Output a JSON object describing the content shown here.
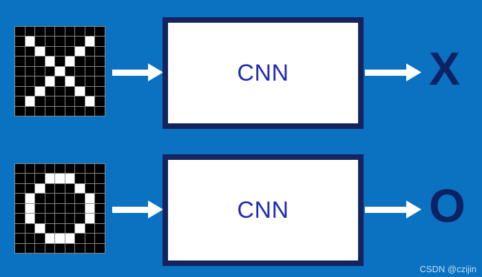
{
  "diagram": {
    "title": "CNN classifies X and O pixel patterns",
    "background_color": "#0a72c0",
    "box_border_color": "#14245e",
    "box_fill_color": "#ffffff",
    "label_color": "#1f2bb0",
    "output_color": "#0d2264",
    "arrow_color": "#ffffff",
    "grid_line_color": "#8a8a8a"
  },
  "rows": [
    {
      "id": "row-x",
      "input_name": "x-pattern-grid",
      "input_alt": "9 by 9 pixel grid showing a letter X",
      "model_label": "CNN",
      "output_label": "X",
      "grid": {
        "columns": 9,
        "rows": 9,
        "on_color": "#ffffff",
        "off_color": "#000000",
        "pixels": [
          [
            0,
            0,
            0,
            0,
            0,
            0,
            0,
            0,
            0
          ],
          [
            0,
            1,
            0,
            0,
            0,
            0,
            0,
            1,
            0
          ],
          [
            0,
            0,
            1,
            0,
            0,
            0,
            1,
            0,
            0
          ],
          [
            0,
            0,
            0,
            1,
            0,
            1,
            0,
            0,
            0
          ],
          [
            0,
            0,
            0,
            0,
            1,
            0,
            0,
            0,
            0
          ],
          [
            0,
            0,
            0,
            1,
            0,
            1,
            0,
            0,
            0
          ],
          [
            0,
            0,
            1,
            0,
            0,
            0,
            1,
            0,
            0
          ],
          [
            0,
            1,
            0,
            0,
            0,
            0,
            0,
            1,
            0
          ],
          [
            0,
            0,
            0,
            0,
            0,
            0,
            0,
            0,
            0
          ]
        ]
      }
    },
    {
      "id": "row-o",
      "input_name": "o-pattern-grid",
      "input_alt": "9 by 9 pixel grid showing a letter O",
      "model_label": "CNN",
      "output_label": "O",
      "grid": {
        "columns": 9,
        "rows": 9,
        "on_color": "#ffffff",
        "off_color": "#000000",
        "pixels": [
          [
            0,
            0,
            0,
            0,
            0,
            0,
            0,
            0,
            0
          ],
          [
            0,
            0,
            0,
            1,
            1,
            1,
            0,
            0,
            0
          ],
          [
            0,
            0,
            1,
            0,
            0,
            0,
            1,
            0,
            0
          ],
          [
            0,
            1,
            0,
            0,
            0,
            0,
            0,
            1,
            0
          ],
          [
            0,
            1,
            0,
            0,
            0,
            0,
            0,
            1,
            0
          ],
          [
            0,
            1,
            0,
            0,
            0,
            0,
            0,
            1,
            0
          ],
          [
            0,
            0,
            1,
            0,
            0,
            0,
            1,
            0,
            0
          ],
          [
            0,
            0,
            0,
            1,
            1,
            1,
            0,
            0,
            0
          ],
          [
            0,
            0,
            0,
            0,
            0,
            0,
            0,
            0,
            0
          ]
        ]
      }
    }
  ],
  "arrows": {
    "input_top_name": "input-arrow-x",
    "input_bottom_name": "input-arrow-o",
    "output_top_name": "output-arrow-x",
    "output_bottom_name": "output-arrow-o"
  },
  "watermark": {
    "text": "CSDN @czijin"
  }
}
